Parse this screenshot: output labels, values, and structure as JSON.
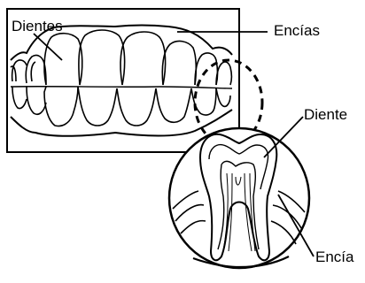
{
  "labels": {
    "dientes": "Dientes",
    "encias": "Encías",
    "diente": "Diente",
    "encia": "Encía"
  },
  "colors": {
    "ink": "#000000",
    "background": "#ffffff"
  }
}
